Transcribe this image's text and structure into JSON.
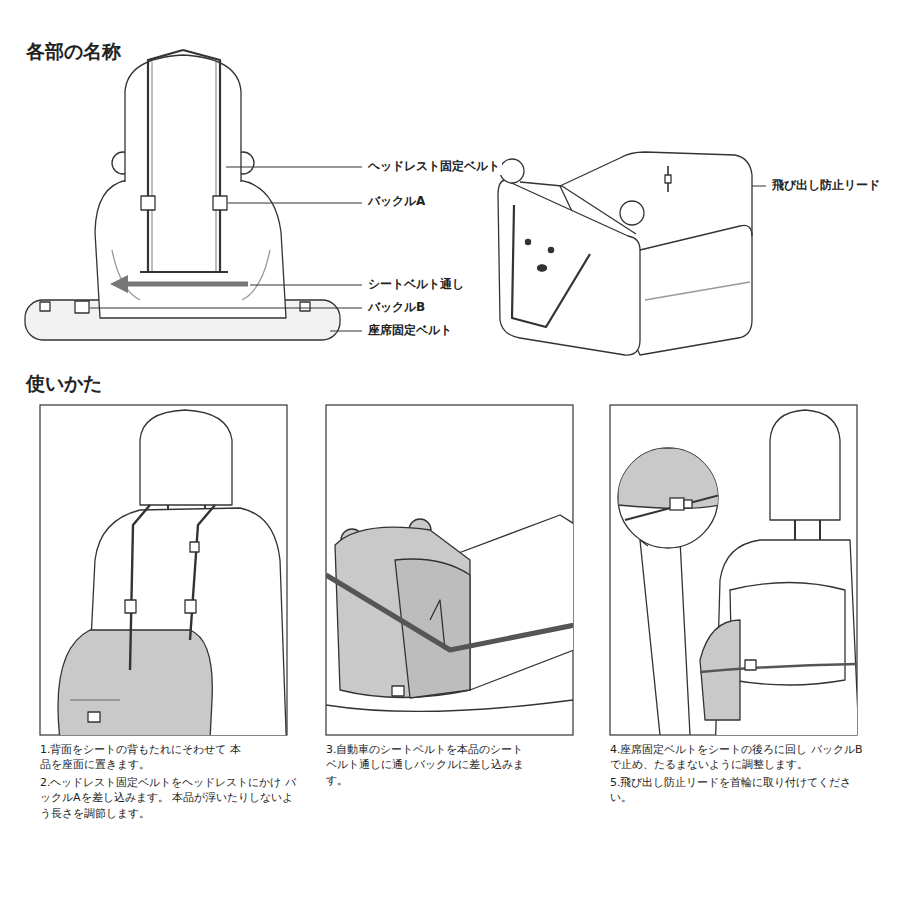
{
  "diagram": {
    "title": "各部の名称",
    "labels": [
      "ヘッドレスト固定ベルト",
      "バックルA",
      "シートベルト通し",
      "バックルB",
      "座席固定ベルト",
      "飛び出し防止リード",
      "使いかた",
      "1.背面をシートの背もたれにそわせて 本品を座面に置きます。",
      "2.ヘッドレスト固定ベルトをヘッドレストにかけ バックルAを差し込みます。 本品が浮いたりしないよう長さを調節します。",
      "3.自動車のシートベルトを本品のシート ベルト通しに通しバックルに差し込みます。",
      "4.座席固定ベルトをシートの後ろに回し バックルBで止め、たるまないように調整します。",
      "5.飛び出し防止リードを首輪に取り付けてください。"
    ]
  }
}
